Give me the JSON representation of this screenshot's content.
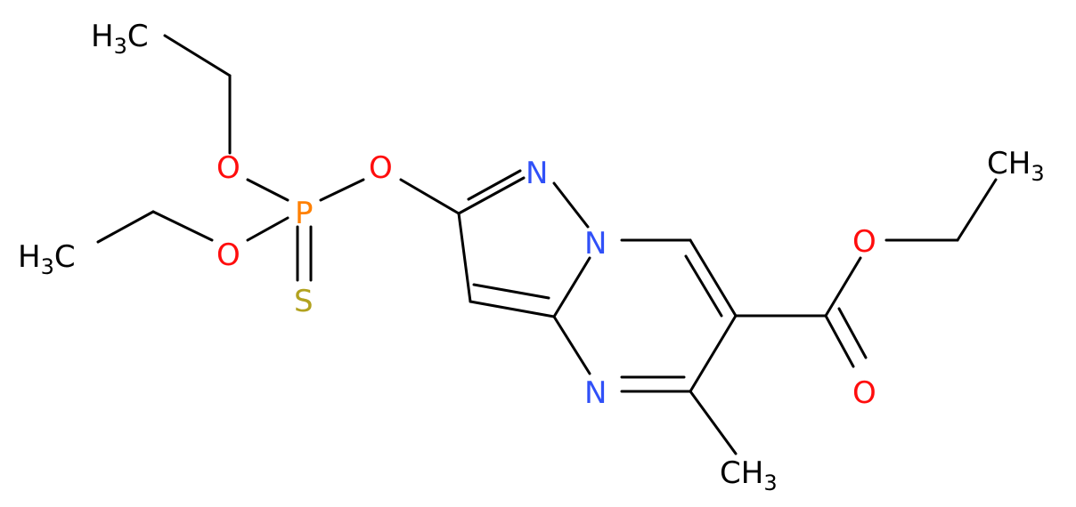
{
  "colors": {
    "bond": "#000000",
    "carbon": "#000000",
    "oxygen": "#ff0d0d",
    "nitrogen": "#3050f8",
    "phosphorus": "#ff8000",
    "sulfur": "#b2a21f"
  },
  "atoms": {
    "ch3_top": {
      "main": "H",
      "sub": "3",
      "tail": "C",
      "element": "carbon"
    },
    "o_upper_left": {
      "main": "O",
      "element": "oxygen"
    },
    "o_bridge": {
      "main": "O",
      "element": "oxygen"
    },
    "p": {
      "main": "P",
      "element": "phosphorus"
    },
    "o_lower_left": {
      "main": "O",
      "element": "oxygen"
    },
    "ch3_left": {
      "main": "H",
      "sub": "3",
      "tail": "C",
      "element": "carbon"
    },
    "s": {
      "main": "S",
      "element": "sulfur"
    },
    "n_pyrazole": {
      "main": "N",
      "element": "nitrogen"
    },
    "n_bridgehead": {
      "main": "N",
      "element": "nitrogen"
    },
    "n_pyrimidine": {
      "main": "N",
      "element": "nitrogen"
    },
    "ch3_methyl": {
      "main": "CH",
      "sub": "3",
      "element": "carbon"
    },
    "o_ester": {
      "main": "O",
      "element": "oxygen"
    },
    "o_carbonyl": {
      "main": "O",
      "element": "oxygen"
    },
    "ch3_ester": {
      "main": "CH",
      "sub": "3",
      "element": "carbon"
    }
  }
}
